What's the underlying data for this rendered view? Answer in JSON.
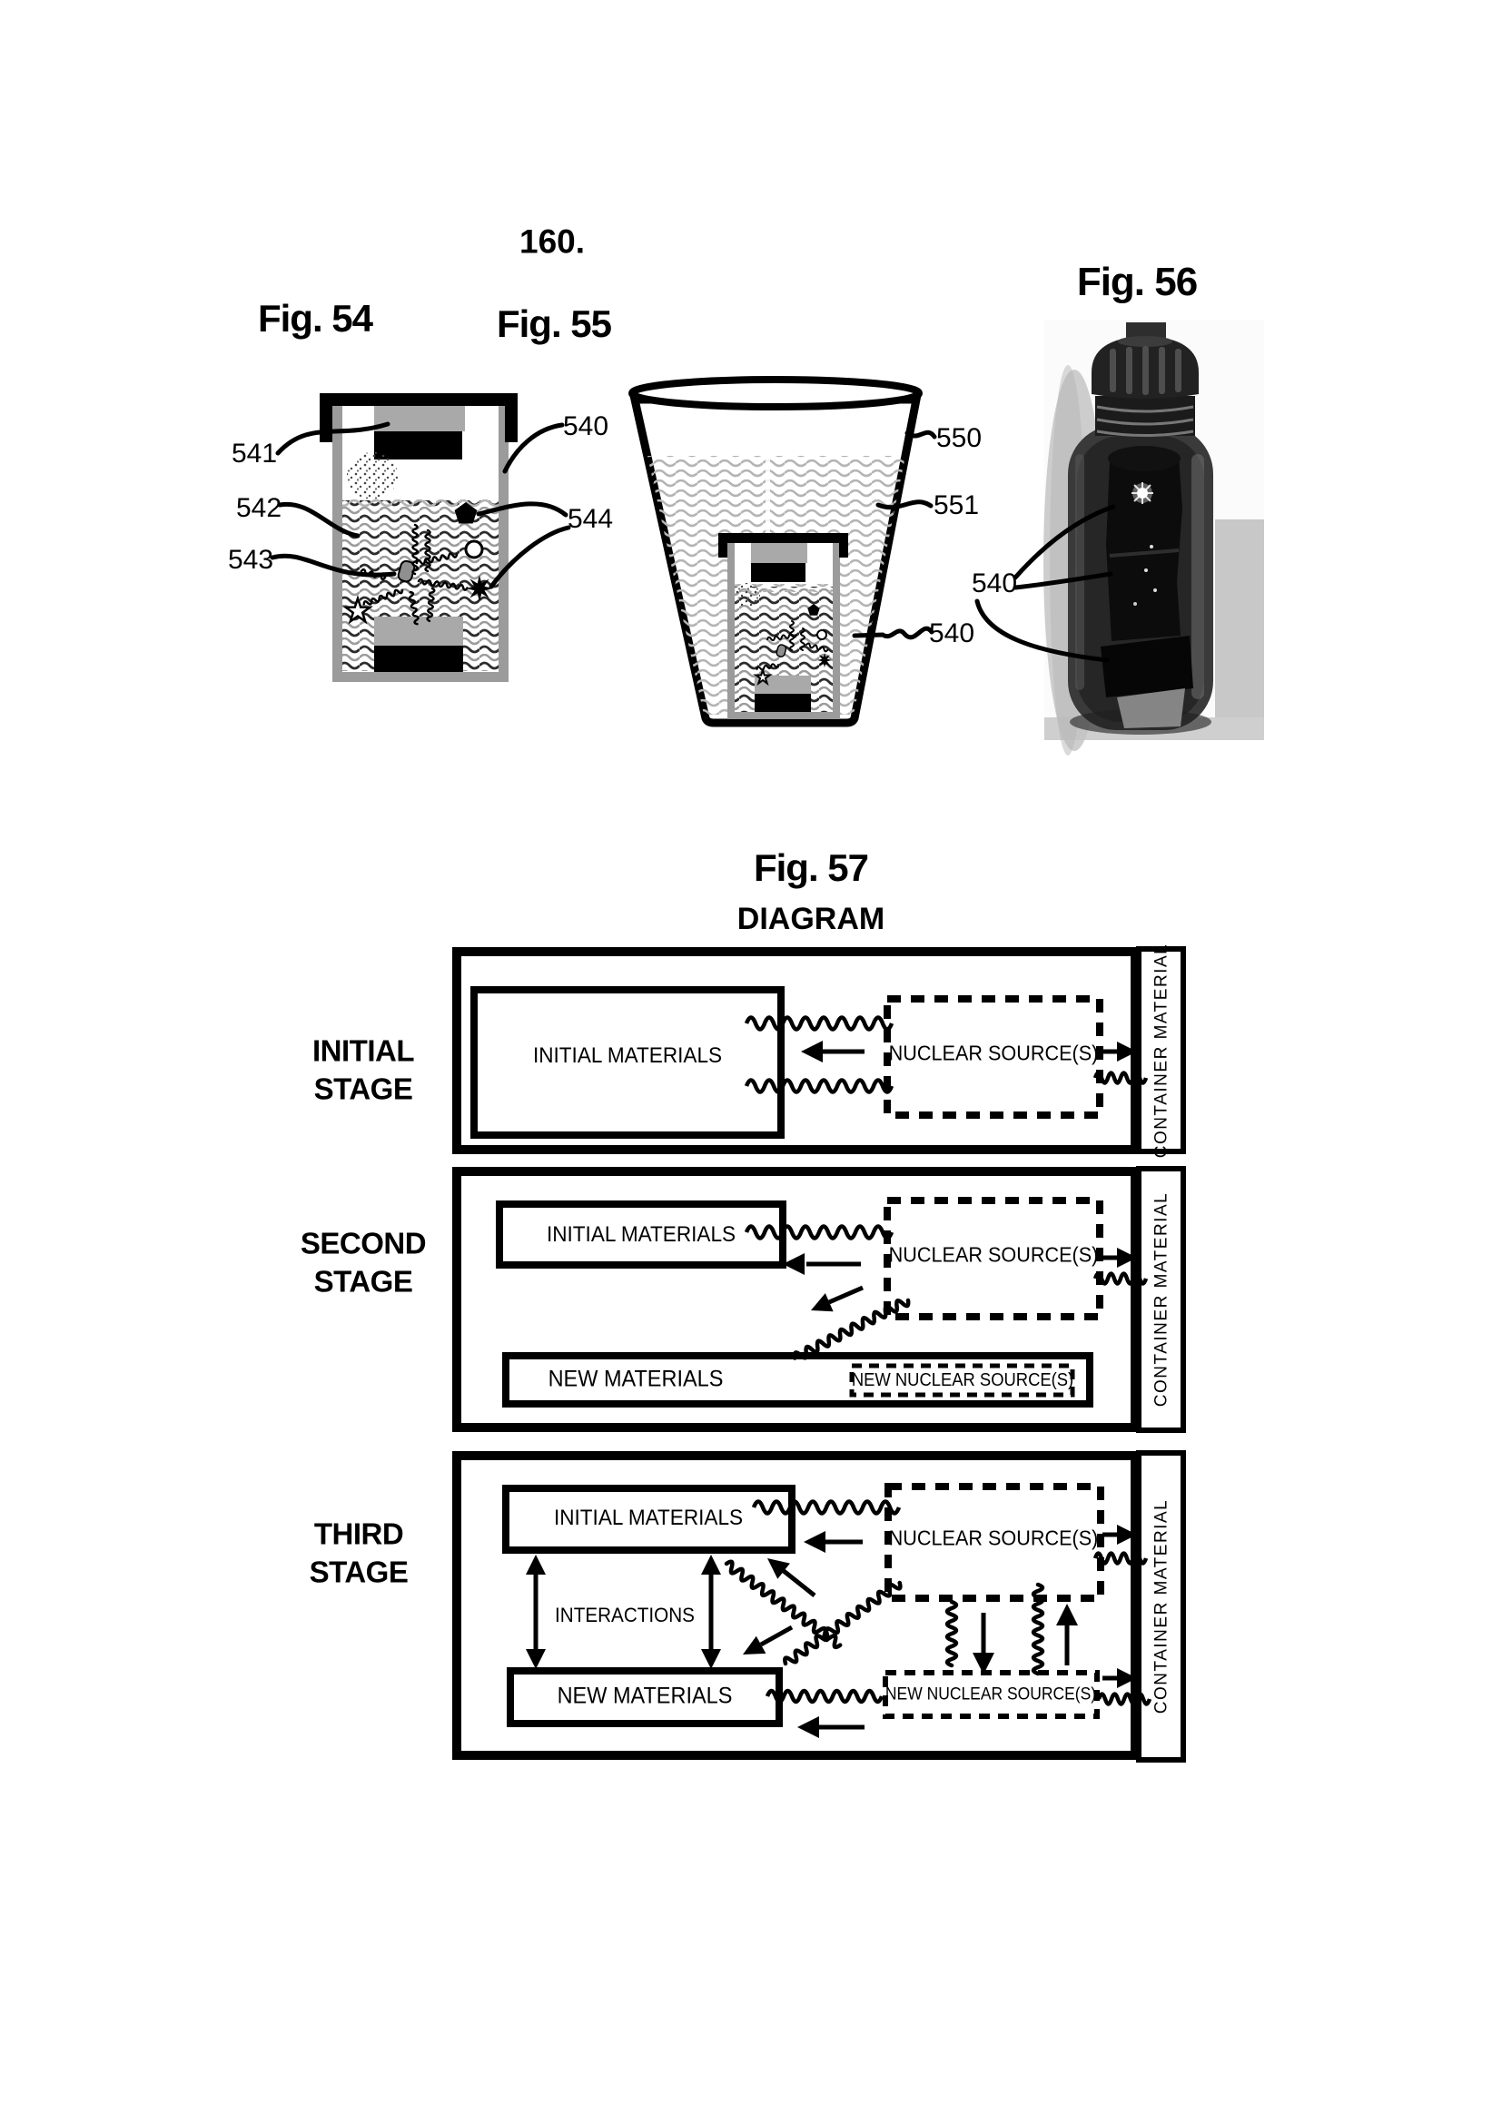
{
  "page": {
    "number": "160."
  },
  "fig54": {
    "title": "Fig. 54",
    "ref_540": "540",
    "ref_541": "541",
    "ref_542": "542",
    "ref_543": "543",
    "ref_544": "544"
  },
  "fig55": {
    "title": "Fig. 55",
    "ref_550": "550",
    "ref_551": "551",
    "ref_540_inner_container": "540"
  },
  "fig56": {
    "title": "Fig. 56",
    "ref_540": "540"
  },
  "fig57": {
    "title": "Fig. 57",
    "subtitle": "DIAGRAM",
    "container_strip_label": "CONTAINER MATERIAL",
    "stage1": {
      "label_line1": "INITIAL",
      "label_line2": "STAGE",
      "initial_materials": "INITIAL MATERIALS",
      "nuclear_sources": "NUCLEAR SOURCE(S)"
    },
    "stage2": {
      "label_line1": "SECOND",
      "label_line2": "STAGE",
      "initial_materials": "INITIAL MATERIALS",
      "nuclear_sources": "NUCLEAR SOURCE(S)",
      "new_materials": "NEW MATERIALS",
      "new_nuclear_sources": "NEW NUCLEAR SOURCE(S)"
    },
    "stage3": {
      "label_line1": "THIRD",
      "label_line2": "STAGE",
      "initial_materials": "INITIAL MATERIALS",
      "nuclear_sources": "NUCLEAR SOURCE(S)",
      "new_materials": "NEW MATERIALS",
      "new_nuclear_sources": "NEW NUCLEAR SOURCE(S)",
      "interactions": "INTERACTIONS"
    }
  },
  "colors": {
    "ink": "#000000",
    "wall_gray": "#9b9b9b",
    "electrode_gray": "#a9a9a9",
    "wave_light": "#b4b4b4",
    "wave_dark": "#2c2c2c"
  }
}
